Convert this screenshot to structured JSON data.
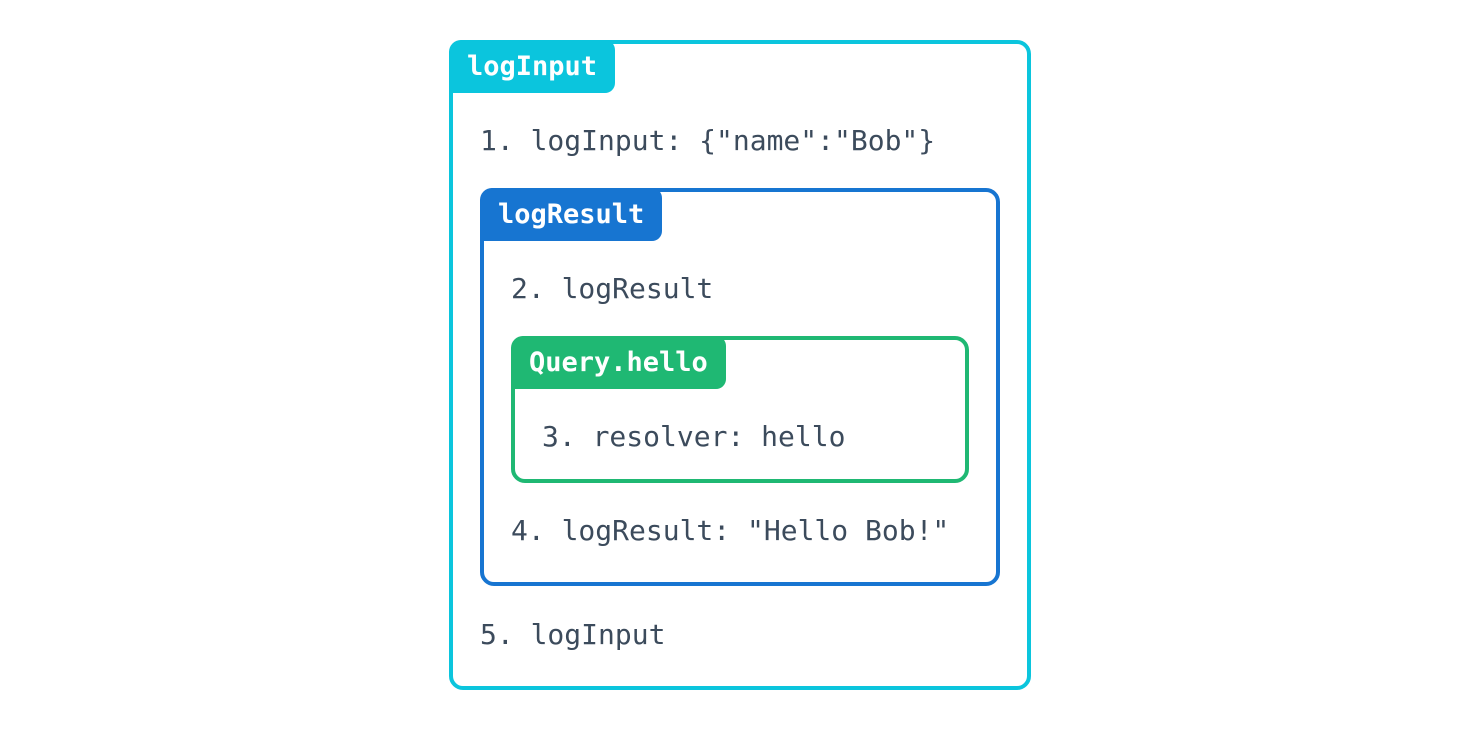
{
  "diagram": {
    "description_colors": {
      "outer_accent": "#0bc5dd",
      "middle_accent": "#1775d1",
      "inner_accent": "#1fb873",
      "step_text": "#3c4b5c",
      "background": "#ffffff"
    },
    "outer": {
      "label": "logInput",
      "color": "#0bc5dd",
      "step_before": "1. logInput: {\"name\":\"Bob\"}",
      "step_after": "5. logInput"
    },
    "middle": {
      "label": "logResult",
      "color": "#1775d1",
      "step_before": "2. logResult",
      "step_after": "4. logResult: \"Hello Bob!\""
    },
    "inner": {
      "label": "Query.hello",
      "color": "#1fb873",
      "step": "3. resolver: hello"
    }
  }
}
